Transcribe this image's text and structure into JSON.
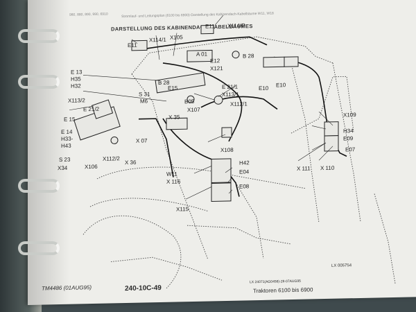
{
  "header": {
    "top_left": "980, 880, 890, 990, 6910",
    "line1": "Stromlauf- und Leitungsplan (6100 bis 6900)-Darstellung des Kabinendach-Kabelbäume W11, W18",
    "section_title": "DARSTELLUNG DES KABINENDACH-KABELBAUMES"
  },
  "callouts": {
    "e11a": "E11",
    "x114p": "X114/P",
    "e11b": "E11",
    "x1141": "X114/1",
    "x105": "X105",
    "a01": "A 01",
    "e12": "E12",
    "x121": "X121",
    "b28a": "B 28",
    "e13": "E 13",
    "h35": "H35",
    "h32": "H32",
    "e15a": "E15",
    "e211": "E 21/1",
    "x1131": "X113/1",
    "e10a": "E10",
    "e10b": "E10",
    "x1132": "X113/2",
    "s31": "S 31",
    "m6": "M6",
    "b28b": "B 28",
    "b05": "B05",
    "x107": "X107",
    "x1121": "X112/1",
    "e212": "E 21/2",
    "e15b": "E 15",
    "e14": "E 14",
    "h33": "H33-",
    "h43": "H43",
    "x35": "X 35",
    "x07": "X 07",
    "x109": "X109",
    "h34": "H34",
    "e09": "E09",
    "e07": "E07",
    "s23": "S 23",
    "x34": "X34",
    "x106": "X106",
    "x1122": "X112/2",
    "x36": "X 36",
    "x108": "X108",
    "h42": "H42",
    "e04": "E04",
    "w11": "W11",
    "x116": "X 116",
    "e08": "E08",
    "x111": "X 111",
    "x110": "X 110",
    "x115": "X115"
  },
  "footer": {
    "manual_code": "TM4486 (01AUG95)",
    "page_number": "240-10C-49",
    "figure_ref": "LX 005754",
    "doc_ref": "LX 24071(AG0458)-28-07AUG95",
    "model_range": "Traktoren 6100 bis 6900"
  }
}
